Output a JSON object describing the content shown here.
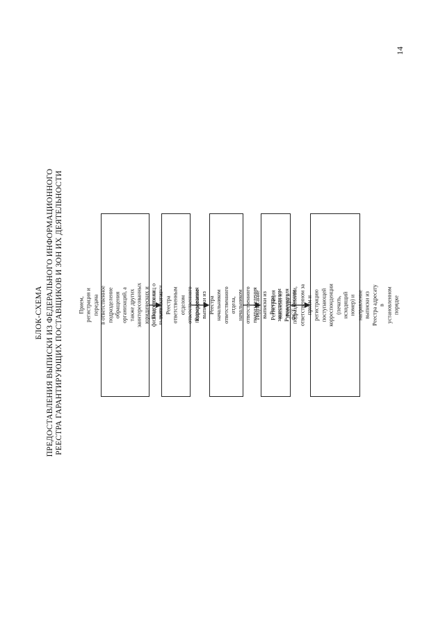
{
  "page_number": "14",
  "title": {
    "line1": "БЛОК-СХЕМА",
    "line2": "ПРЕДОСТАВЛЕНИЯ ВЫПИСКИ ИЗ ФЕДЕРАЛЬНОГО ИНФОРМАЦИОННОГО",
    "line3": "РЕЕСТРА ГАРАНТИРУЮЩИХ ПОСТАВЩИКОВ И ЗОН ИХ ДЕЯТЕЛЬНОСТИ"
  },
  "steps": [
    {
      "text": "Прием, регистрация и передача\nв ответственное подразделение\nобращения организаций, а также других заинтересованных\nюридических и физических лиц о выдаче выписки\nиз Реестра"
    },
    {
      "text": "Подготовка выписки из Реестра ответственным отделом\nответственного подразделения"
    },
    {
      "text": "Визирование выписки из Реестра начальником\nответственного отдела, начальником ответственного\nподразделения"
    },
    {
      "text": "Подписание выписки из Реестра заместителем\nРуководителя ФСТ России"
    },
    {
      "text": "Регистрация выписки из Реестра в подразделении,\nответственном за прием и регистрацию поступающей\nкорреспонденции (печать, исходящий номер) и\nнаправление выписки из Реестра адресату в\nустановленном порядке"
    }
  ]
}
